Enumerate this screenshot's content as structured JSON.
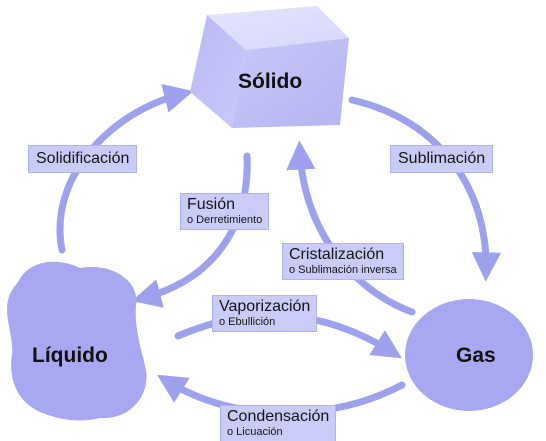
{
  "colors": {
    "arrow": "#9ea2ee",
    "label_bg": "#c9ccf7",
    "node_fill": "#a7a7f2"
  },
  "nodes": {
    "solido": {
      "label": "Sólido",
      "shape": "cube"
    },
    "liquido": {
      "label": "Líquido",
      "shape": "blob"
    },
    "gas": {
      "label": "Gas",
      "shape": "circle"
    }
  },
  "edges": {
    "solidificacion": {
      "from": "liquido",
      "to": "solido",
      "label": "Solidificación",
      "sublabel": ""
    },
    "sublimacion": {
      "from": "solido",
      "to": "gas",
      "label": "Sublimación",
      "sublabel": ""
    },
    "fusion": {
      "from": "solido",
      "to": "liquido",
      "label": "Fusión",
      "sublabel": "o Derretimiento"
    },
    "cristalizacion": {
      "from": "gas",
      "to": "solido",
      "label": "Cristalización",
      "sublabel": "o Sublimación inversa"
    },
    "vaporizacion": {
      "from": "liquido",
      "to": "gas",
      "label": "Vaporización",
      "sublabel": "o Ebullición"
    },
    "condensacion": {
      "from": "gas",
      "to": "liquido",
      "label": "Condensación",
      "sublabel": "o Licuación"
    }
  }
}
